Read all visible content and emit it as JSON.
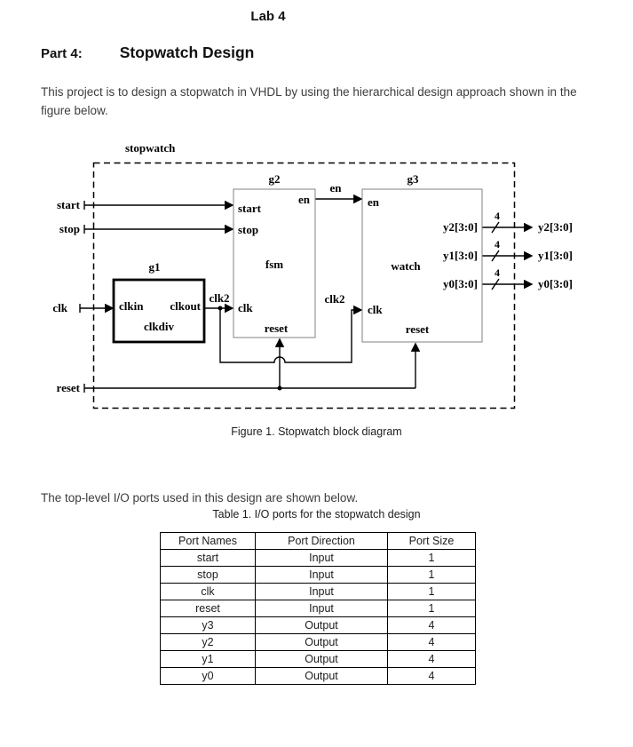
{
  "page": {
    "title": "Lab 4",
    "part_label": "Part 4:",
    "part_title": "Stopwatch Design",
    "intro": "This project is to design a stopwatch in VHDL by using the hierarchical design approach shown in the figure below.",
    "figure_caption": "Figure 1. Stopwatch block diagram",
    "table_intro": "The top-level I/O ports used in this design are shown below.",
    "table_caption": "Table 1. I/O ports for the stopwatch design"
  },
  "diagram": {
    "container_label": "stopwatch",
    "inputs": {
      "start": "start",
      "stop": "stop",
      "clk": "clk",
      "reset": "reset"
    },
    "outputs": {
      "y2": "y2[3:0]",
      "y1": "y1[3:0]",
      "y0": "y0[3:0]"
    },
    "bus_width": "4",
    "wire_labels": {
      "clk2": "clk2",
      "en": "en"
    },
    "g1": {
      "title": "g1",
      "port_in": "clkin",
      "port_out": "clkout",
      "name": "clkdiv"
    },
    "g2": {
      "title": "g2",
      "port_start": "start",
      "port_stop": "stop",
      "port_en": "en",
      "port_clk": "clk",
      "port_reset": "reset",
      "name": "fsm"
    },
    "g3": {
      "title": "g3",
      "port_en": "en",
      "port_y2": "y2[3:0]",
      "port_y1": "y1[3:0]",
      "port_y0": "y0[3:0]",
      "port_clk": "clk",
      "port_reset": "reset",
      "name": "watch"
    }
  },
  "table": {
    "headers": [
      "Port Names",
      "Port Direction",
      "Port Size"
    ],
    "rows": [
      [
        "start",
        "Input",
        "1"
      ],
      [
        "stop",
        "Input",
        "1"
      ],
      [
        "clk",
        "Input",
        "1"
      ],
      [
        "reset",
        "Input",
        "1"
      ],
      [
        "y3",
        "Output",
        "4"
      ],
      [
        "y2",
        "Output",
        "4"
      ],
      [
        "y1",
        "Output",
        "4"
      ],
      [
        "y0",
        "Output",
        "4"
      ]
    ]
  }
}
